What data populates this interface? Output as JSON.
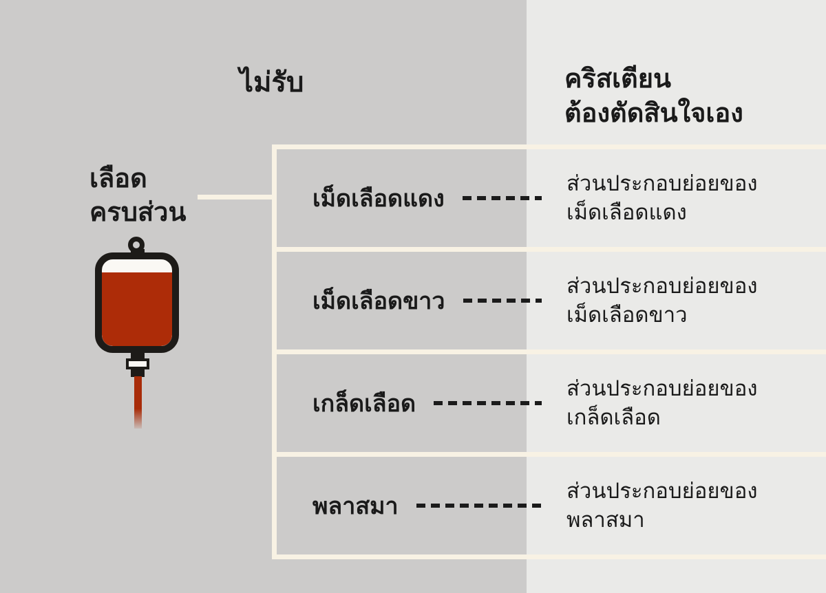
{
  "columns": {
    "left_header": "ไม่รับ",
    "right_header": "คริสเตียน\nต้องตัดสินใจเอง"
  },
  "source": {
    "label": "เลือด\nครบส่วน",
    "icon": "blood-bag-icon"
  },
  "table": {
    "rows": [
      {
        "component": "เม็ดเลือดแดง",
        "fraction_note": "ส่วนประกอบย่อยของ\nเม็ดเลือดแดง"
      },
      {
        "component": "เม็ดเลือดขาว",
        "fraction_note": "ส่วนประกอบย่อยของ\nเม็ดเลือดขาว"
      },
      {
        "component": "เกล็ดเลือด",
        "fraction_note": "ส่วนประกอบย่อยของ\nเกล็ดเลือด"
      },
      {
        "component": "พลาสมา",
        "fraction_note": "ส่วนประกอบย่อยของ\nพลาสมา"
      }
    ]
  },
  "colors": {
    "background_left": "#cccbca",
    "background_right": "#eaeae8",
    "divider_cream": "#f8f2e4",
    "text": "#1a1a1a",
    "blood_red": "#ad2c08",
    "bag_outline": "#1d1b18"
  }
}
